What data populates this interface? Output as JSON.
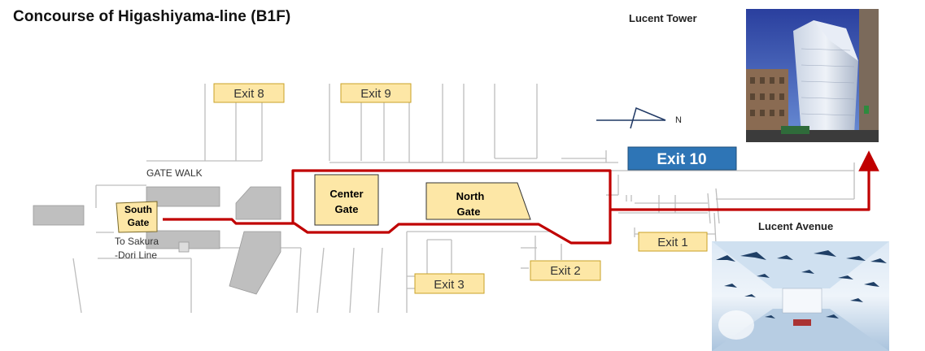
{
  "title": "Concourse of Higashiyama-line (B1F)",
  "labels": {
    "gate_walk": "GATE WALK",
    "south_gate_line1": "South",
    "south_gate_line2": "Gate",
    "center_gate_line1": "Center",
    "center_gate_line2": "Gate",
    "north_gate_line1": "North",
    "north_gate_line2": "Gate",
    "to_sakura_line1": "To Sakura",
    "to_sakura_line2": "-Dori Line",
    "north_marker": "N"
  },
  "exits": {
    "exit8": "Exit 8",
    "exit9": "Exit 9",
    "exit10": "Exit 10",
    "exit1": "Exit 1",
    "exit2": "Exit 2",
    "exit3": "Exit 3"
  },
  "photos": {
    "lucent_tower": "Lucent Tower",
    "lucent_avenue": "Lucent Avenue"
  },
  "colors": {
    "route": "#c00000",
    "exit_fill": "#fde7a6",
    "exit_border": "#c9a227",
    "exit10_fill": "#2e75b6",
    "map_lines": "#bdbdbd",
    "block_fill": "#bfbfbf"
  }
}
